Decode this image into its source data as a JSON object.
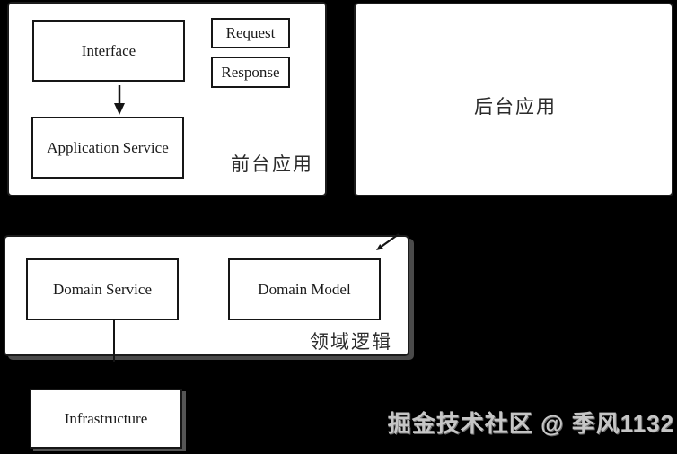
{
  "diagram": {
    "frontend_panel": {
      "label": "前台应用",
      "interface_box": "Interface",
      "application_service_box": "Application Service",
      "request_box": "Request",
      "response_box": "Response"
    },
    "backend_panel": {
      "label": "后台应用"
    },
    "domain_panel": {
      "label": "领域逻辑",
      "domain_service_box": "Domain Service",
      "domain_model_box": "Domain Model"
    },
    "infrastructure_box": "Infrastructure",
    "watermark": "掘金技术社区 @ 季风1132",
    "colors": {
      "background": "#000000",
      "panel_fill": "#ffffff",
      "line": "#1c1c1c",
      "chinese_label": "#2b2b2b",
      "watermark": "#c6c6c6"
    }
  }
}
